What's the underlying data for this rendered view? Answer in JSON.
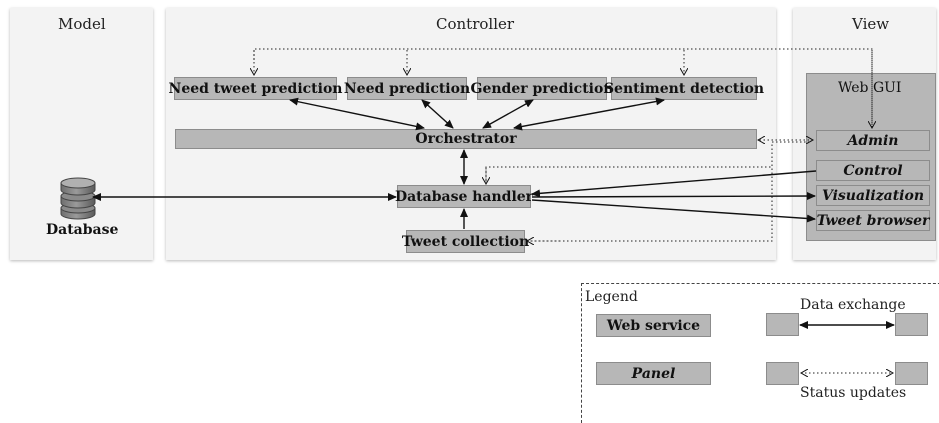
{
  "panels": {
    "model": "Model",
    "controller": "Controller",
    "view": "View"
  },
  "model": {
    "database_label": "Database"
  },
  "controller": {
    "need_tweet_prediction": "Need tweet prediction",
    "need_prediction": "Need prediction",
    "gender_prediction": "Gender prediction",
    "sentiment_detection": "Sentiment detection",
    "orchestrator": "Orchestrator",
    "database_handler": "Database handler",
    "tweet_collection": "Tweet collection"
  },
  "view": {
    "web_gui": "Web GUI",
    "admin": "Admin",
    "control": "Control",
    "visualization": "Visualization",
    "tweet_browser": "Tweet browser"
  },
  "legend": {
    "title": "Legend",
    "web_service": "Web service",
    "panel": "Panel",
    "data_exchange": "Data exchange",
    "status_updates": "Status updates"
  },
  "colors": {
    "box_fill": "#b7b7b7",
    "box_border": "#8c8c8c",
    "panel_bg": "#f3f3f3"
  }
}
